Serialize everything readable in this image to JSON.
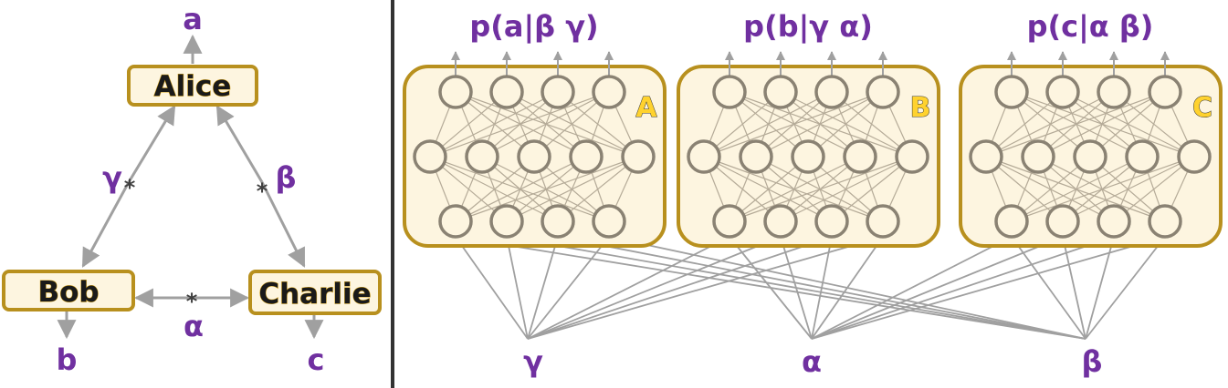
{
  "colors": {
    "box_border": "#b8901e",
    "box_fill": "#fdf5e0",
    "label_color": "#7030a0",
    "neuron_stroke": "#8a8273",
    "edge_color": "#a0a0a0",
    "divider": "#333333"
  },
  "triangle": {
    "alice": "Alice",
    "bob": "Bob",
    "charlie": "Charlie",
    "out_a": "a",
    "out_b": "b",
    "out_c": "c",
    "src_gamma": "γ",
    "src_beta": "β",
    "src_alpha": "α",
    "star": "*"
  },
  "networks": [
    {
      "letter": "A",
      "title": "p(a|β γ)",
      "layers": [
        4,
        5,
        4
      ]
    },
    {
      "letter": "B",
      "title": "p(b|γ α)",
      "layers": [
        4,
        5,
        4
      ]
    },
    {
      "letter": "C",
      "title": "p(c|α β)",
      "layers": [
        4,
        5,
        4
      ]
    }
  ],
  "sources": {
    "gamma": "γ",
    "alpha": "α",
    "beta": "β"
  },
  "source_connections": {
    "gamma": [
      "A",
      "B"
    ],
    "alpha": [
      "B",
      "C"
    ],
    "beta": [
      "A",
      "C"
    ]
  }
}
